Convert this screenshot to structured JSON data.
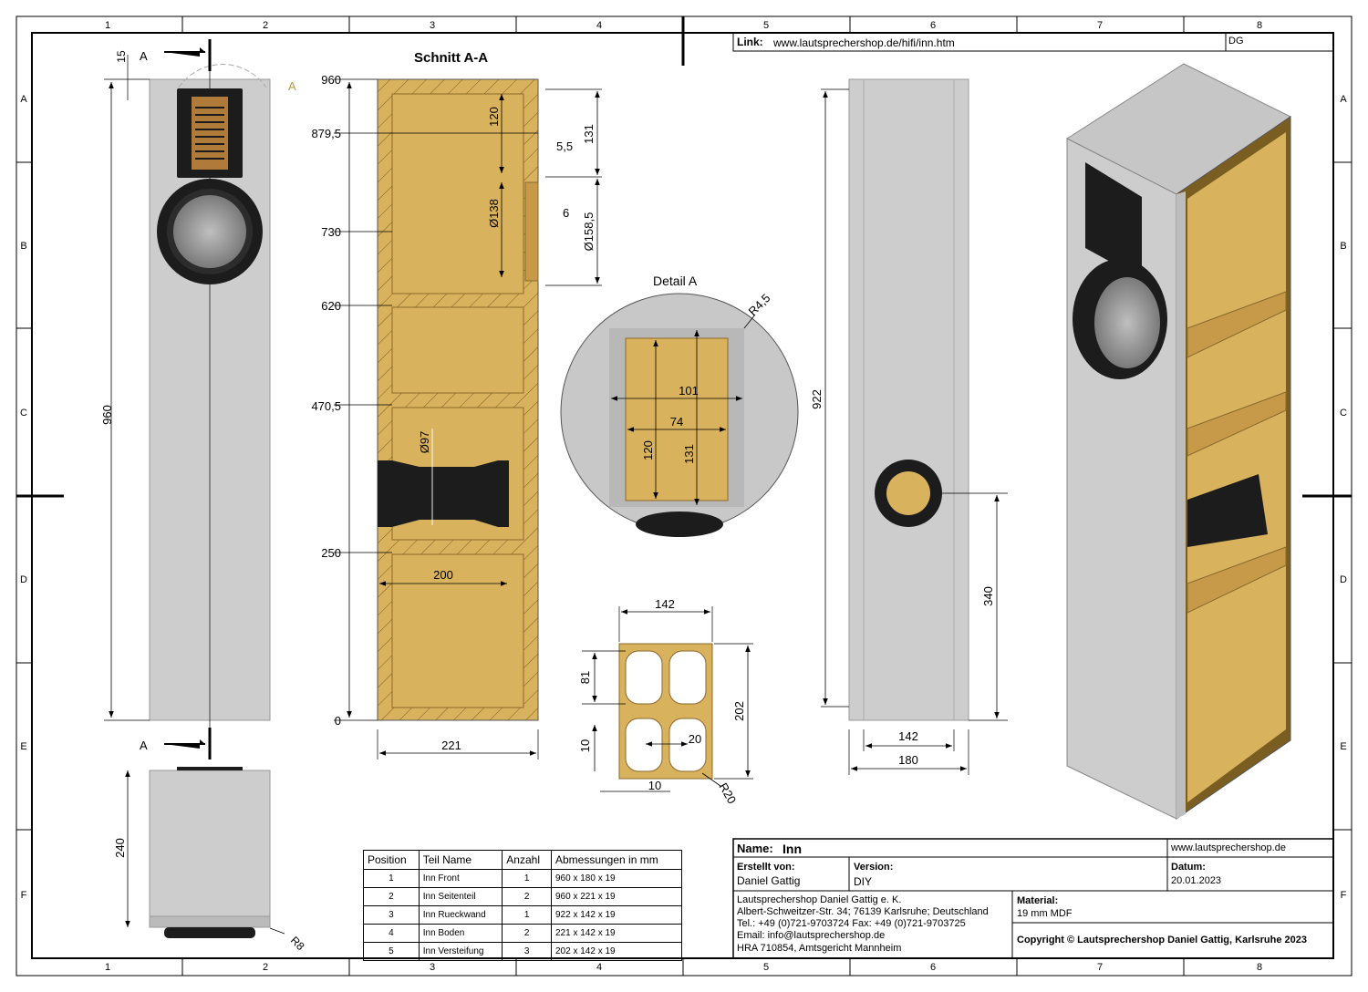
{
  "grid": {
    "cols": [
      "1",
      "2",
      "3",
      "4",
      "5",
      "6",
      "7",
      "8"
    ],
    "rows": [
      "A",
      "B",
      "C",
      "D",
      "E",
      "F"
    ]
  },
  "header": {
    "link_label": "Link:",
    "link_url": "www.lautsprechershop.de/hifi/inn.htm",
    "initials": "DG"
  },
  "front_view": {
    "section_label": "A",
    "dim_top": "15",
    "dim_height": "960",
    "detail_label": "A"
  },
  "bottom_view": {
    "dim_depth": "240",
    "radius": "R8"
  },
  "section": {
    "title": "Schnitt A-A",
    "levels": [
      "960",
      "879,5",
      "730",
      "620",
      "470,5",
      "250",
      "0"
    ],
    "dims": {
      "tweeter_h": "120",
      "tweeter_total": "131",
      "offset1": "5,5",
      "woofer_d": "Ø138",
      "offset2": "6",
      "woofer_outer": "Ø158,5",
      "port_d": "Ø97",
      "port_len": "200",
      "width": "221"
    }
  },
  "detail": {
    "title": "Detail A",
    "radius": "R4,5",
    "w1": "101",
    "w2": "74",
    "h1": "120",
    "h2": "131"
  },
  "brace": {
    "width": "142",
    "h_cell": "81",
    "height": "202",
    "gap": "10",
    "web": "20",
    "edge": "10",
    "radius": "R20"
  },
  "back_view": {
    "height": "922",
    "port_h": "340",
    "inner_w": "142",
    "outer_w": "180"
  },
  "parts_table": {
    "headers": [
      "Position",
      "Teil Name",
      "Anzahl",
      "Abmessungen in mm"
    ],
    "rows": [
      [
        "1",
        "Inn Front",
        "1",
        "960 x 180 x 19"
      ],
      [
        "2",
        "Inn Seitenteil",
        "2",
        "960 x 221 x 19"
      ],
      [
        "3",
        "Inn Rueckwand",
        "1",
        "922 x 142 x 19"
      ],
      [
        "4",
        "Inn Boden",
        "2",
        "221 x 142 x 19"
      ],
      [
        "5",
        "Inn Versteifung",
        "3",
        "202 x 142 x 19"
      ]
    ]
  },
  "title_block": {
    "name_label": "Name:",
    "name": "Inn",
    "website": "www.lautsprechershop.de",
    "created_label": "Erstellt von:",
    "created_by": "Daniel Gattig",
    "version_label": "Version:",
    "version": "DIY",
    "date_label": "Datum:",
    "date": "20.01.2023",
    "company": "Lautsprechershop Daniel Gattig e. K.",
    "address": "Albert-Schweitzer-Str. 34; 76139 Karlsruhe; Deutschland",
    "phone": "Tel.: +49 (0)721-9703724 Fax: +49 (0)721-9703725",
    "email": "Email: info@lautsprechershop.de",
    "hra": "HRA 710854, Amtsgericht Mannheim",
    "material_label": "Material:",
    "material": "19 mm MDF",
    "copyright": "Copyright © Lautsprechershop Daniel Gattig, Karlsruhe 2023"
  },
  "colors": {
    "mdf": "#d9b25e",
    "panel": "#cccccc",
    "driver": "#1c1c1c"
  }
}
